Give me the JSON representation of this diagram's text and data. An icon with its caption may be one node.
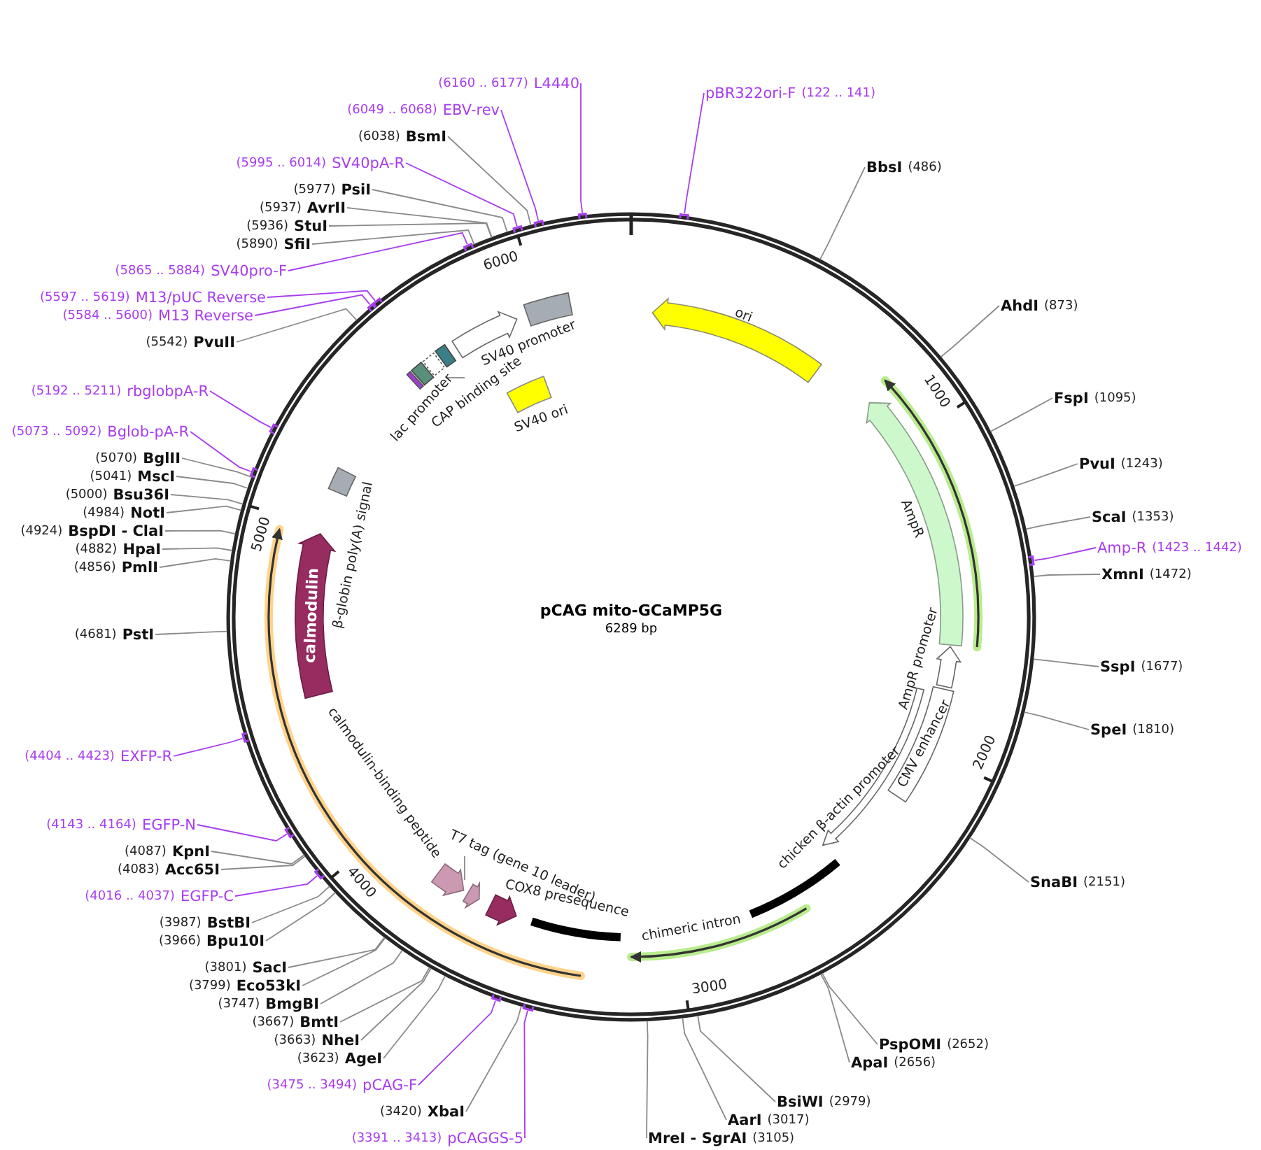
{
  "diagram": {
    "title": "pCAG mito-GCaMP5G",
    "nodes": [
      {
        "text": [
          "pBR322ori-F",
          "(122 .. 141)"
        ]
      },
      {
        "text": [
          "BbsI",
          "(486)"
        ]
      },
      {
        "text": [
          "AhdI",
          "(873)"
        ]
      },
      {
        "text": [
          "FspI",
          "(1095)"
        ]
      },
      {
        "text": [
          "PvuI",
          "(1243)"
        ]
      },
      {
        "text": [
          "ScaI",
          "(1353)"
        ]
      },
      {
        "text": [
          "Amp-R",
          "(1423 .. 1442)"
        ]
      },
      {
        "text": [
          "XmnI",
          "(1472)"
        ]
      },
      {
        "text": [
          "SspI",
          "(1677)"
        ]
      },
      {
        "text": [
          "SpeI",
          "(1810)"
        ]
      },
      {
        "text": [
          "SnaBI",
          "(2151)"
        ]
      },
      {
        "text": [
          "PspOMI",
          "(2652)"
        ]
      },
      {
        "text": [
          "ApaI",
          "(2656)"
        ]
      },
      {
        "text": [
          "BsiWI",
          "(2979)"
        ]
      },
      {
        "text": [
          "AarI",
          "(3017)"
        ]
      },
      {
        "text": [
          "MreI - SgrAI",
          "(3105)"
        ]
      },
      {
        "text": [
          "(3391 .. 3413)",
          "pCAGGS-5"
        ]
      },
      {
        "text": [
          "(3420)",
          "XbaI"
        ]
      },
      {
        "text": [
          "(3475 .. 3494)",
          "pCAG-F"
        ]
      },
      {
        "text": [
          "(3623)",
          "AgeI"
        ]
      },
      {
        "text": [
          "(3663)",
          "NheI"
        ]
      },
      {
        "text": [
          "(3667)",
          "BmtI"
        ]
      },
      {
        "text": [
          "(3747)",
          "BmgBI"
        ]
      },
      {
        "text": [
          "(3799)",
          "Eco53kI"
        ]
      },
      {
        "text": [
          "(3801)",
          "SacI"
        ]
      },
      {
        "text": [
          "(3966)",
          "Bpu10I"
        ]
      },
      {
        "text": [
          "(3987)",
          "BstBI"
        ]
      },
      {
        "text": [
          "(4016 .. 4037)",
          "EGFP-C"
        ]
      },
      {
        "text": [
          "(4083)",
          "Acc65I"
        ]
      },
      {
        "text": [
          "(4087)",
          "KpnI"
        ]
      },
      {
        "text": [
          "(4143 .. 4164)",
          "EGFP-N"
        ]
      },
      {
        "text": [
          "(4404 .. 4423)",
          "EXFP-R"
        ]
      },
      {
        "text": [
          "(4681)",
          "PstI"
        ]
      },
      {
        "text": [
          "(4856)",
          "PmlI"
        ]
      },
      {
        "text": [
          "(4882)",
          "HpaI"
        ]
      },
      {
        "text": [
          "(4924)",
          "BspDI - ClaI"
        ]
      },
      {
        "text": [
          "(4984)",
          "NotI"
        ]
      },
      {
        "text": [
          "(5000)",
          "Bsu36I"
        ]
      },
      {
        "text": [
          "(5041)",
          "MscI"
        ]
      },
      {
        "text": [
          "(5070)",
          "BglII"
        ]
      },
      {
        "text": [
          "(5073 .. 5092)",
          "Bglob-pA-R"
        ]
      },
      {
        "text": [
          "(5192 .. 5211)",
          "rbglobpA-R"
        ]
      },
      {
        "text": [
          "(5542)",
          "PvuII"
        ]
      },
      {
        "text": [
          "(5584 .. 5600)",
          "M13 Reverse"
        ]
      },
      {
        "text": [
          "(5597 .. 5619)",
          "M13/pUC Reverse"
        ]
      },
      {
        "text": [
          "(5865 .. 5884)",
          "SV40pro-F"
        ]
      },
      {
        "text": [
          "(5890)",
          "SfiI"
        ]
      },
      {
        "text": [
          "(5936)",
          "StuI"
        ]
      },
      {
        "text": [
          "(5937)",
          "AvrII"
        ]
      },
      {
        "text": [
          "(5977)",
          "PsiI"
        ]
      },
      {
        "text": [
          "(5995 .. 6014)",
          "SV40pA-R"
        ]
      },
      {
        "text": [
          "(6038)",
          "BsmI"
        ]
      },
      {
        "text": [
          "(6049 .. 6068)",
          "EBV-rev"
        ]
      },
      {
        "text": [
          "(6160 .. 6177)",
          "L4440"
        ]
      },
      {
        "text": [
          "ori"
        ]
      },
      {
        "text": [],
        "shape": "arrow",
        "beside": [
          "AmpR"
        ]
      },
      {
        "text": [],
        "shape": "arrow",
        "beside": [
          "AmpR promoter"
        ]
      },
      {
        "text": [
          "CMV enhancer"
        ]
      },
      {
        "text": [],
        "shape": "arrow",
        "beside": [
          "chicken β-actin promoter"
        ]
      },
      {
        "text": [
          "chimeric intron"
        ]
      },
      {
        "text": [],
        "shape": "arrow",
        "beside": [
          "COX8 presequence"
        ]
      },
      {
        "text": [
          "T7 tag (gene 10 leader)"
        ]
      },
      {
        "text": [],
        "shape": "arrow"
      },
      {
        "text": [],
        "shape": "arrow",
        "beside": [
          "calmodulin-binding peptide"
        ]
      },
      {
        "text": [
          "calmodulin"
        ]
      },
      {
        "text": [],
        "shape": "box",
        "beside": [
          "β-globin poly(A) signal"
        ]
      },
      {
        "text": [],
        "shape": "bar"
      },
      {
        "text": [],
        "shape": "box",
        "beside": [
          "lac promoter"
        ]
      },
      {
        "text": [
          "CAP binding site"
        ]
      },
      {
        "text": [],
        "shape": "box"
      },
      {
        "text": [],
        "shape": "box"
      },
      {
        "text": [],
        "shape": "arrow",
        "beside": [
          "SV40 promoter"
        ]
      },
      {
        "text": [],
        "shape": "box"
      },
      {
        "text": [],
        "shape": "box",
        "beside": [
          "SV40 ori"
        ]
      }
    ],
    "edges": [
      {
        "from": 0,
        "to": null,
        "arrow": "none",
        "color": "#a83cf0"
      },
      {
        "from": 1,
        "to": null,
        "arrow": "none"
      },
      {
        "from": 2,
        "to": null,
        "arrow": "none"
      },
      {
        "from": 3,
        "to": null,
        "arrow": "none"
      },
      {
        "from": 4,
        "to": null,
        "arrow": "none"
      },
      {
        "from": 5,
        "to": null,
        "arrow": "none"
      },
      {
        "from": 6,
        "to": null,
        "arrow": "none",
        "color": "#a83cf0"
      },
      {
        "from": 7,
        "to": null,
        "arrow": "none"
      },
      {
        "from": 8,
        "to": null,
        "arrow": "none"
      },
      {
        "from": 9,
        "to": null,
        "arrow": "none"
      },
      {
        "from": 10,
        "to": null,
        "arrow": "none"
      },
      {
        "from": 11,
        "to": null,
        "arrow": "none"
      },
      {
        "from": 12,
        "to": null,
        "arrow": "none"
      },
      {
        "from": 13,
        "to": null,
        "arrow": "none"
      },
      {
        "from": 14,
        "to": null,
        "arrow": "none"
      },
      {
        "from": 15,
        "to": null,
        "arrow": "none"
      },
      {
        "from": 16,
        "to": null,
        "arrow": "none",
        "color": "#a83cf0"
      },
      {
        "from": 17,
        "to": null,
        "arrow": "none"
      },
      {
        "from": 18,
        "to": null,
        "arrow": "none",
        "color": "#a83cf0"
      },
      {
        "from": 19,
        "to": null,
        "arrow": "none"
      },
      {
        "from": 20,
        "to": null,
        "arrow": "none"
      },
      {
        "from": 21,
        "to": null,
        "arrow": "none"
      },
      {
        "from": 22,
        "to": null,
        "arrow": "none"
      },
      {
        "from": 23,
        "to": null,
        "arrow": "none"
      },
      {
        "from": 24,
        "to": null,
        "arrow": "none"
      },
      {
        "from": 25,
        "to": null,
        "arrow": "none"
      },
      {
        "from": 26,
        "to": null,
        "arrow": "none"
      },
      {
        "from": 27,
        "to": null,
        "arrow": "none",
        "color": "#a83cf0"
      },
      {
        "from": 28,
        "to": null,
        "arrow": "none"
      },
      {
        "from": 29,
        "to": null,
        "arrow": "none"
      },
      {
        "from": 30,
        "to": null,
        "arrow": "none",
        "color": "#a83cf0"
      },
      {
        "from": 31,
        "to": null,
        "arrow": "none",
        "color": "#a83cf0"
      },
      {
        "from": 32,
        "to": null,
        "arrow": "none"
      },
      {
        "from": 33,
        "to": null,
        "arrow": "none"
      },
      {
        "from": 34,
        "to": null,
        "arrow": "none"
      },
      {
        "from": 35,
        "to": null,
        "arrow": "none"
      },
      {
        "from": 36,
        "to": null,
        "arrow": "none"
      },
      {
        "from": 37,
        "to": null,
        "arrow": "none"
      },
      {
        "from": 38,
        "to": null,
        "arrow": "none"
      },
      {
        "from": 39,
        "to": null,
        "arrow": "none"
      },
      {
        "from": 40,
        "to": null,
        "arrow": "none",
        "color": "#a83cf0"
      },
      {
        "from": 41,
        "to": null,
        "arrow": "none",
        "color": "#a83cf0"
      },
      {
        "from": 42,
        "to": null,
        "arrow": "none"
      },
      {
        "from": 43,
        "to": null,
        "arrow": "none",
        "color": "#a83cf0"
      },
      {
        "from": 44,
        "to": null,
        "arrow": "none",
        "color": "#a83cf0"
      },
      {
        "from": 45,
        "to": null,
        "arrow": "none",
        "color": "#a83cf0"
      },
      {
        "from": 46,
        "to": null,
        "arrow": "none"
      },
      {
        "from": 47,
        "to": null,
        "arrow": "none"
      },
      {
        "from": 48,
        "to": null,
        "arrow": "none"
      },
      {
        "from": 49,
        "to": null,
        "arrow": "none"
      },
      {
        "from": 50,
        "to": null,
        "arrow": "none",
        "color": "#a83cf0"
      },
      {
        "from": 51,
        "to": null,
        "arrow": "none"
      },
      {
        "from": 52,
        "to": null,
        "arrow": "none",
        "color": "#a83cf0"
      },
      {
        "from": 53,
        "to": null,
        "arrow": "none",
        "color": "#a83cf0"
      },
      {
        "from": 61,
        "to": 62,
        "arrow": "none"
      },
      {
        "from": 68,
        "to": 69,
        "arrow": "none"
      }
    ],
    "labels": [
      "6289 bp",
      "1000",
      "2000",
      "3000",
      "4000",
      "5000",
      "6000"
    ]
  }
}
